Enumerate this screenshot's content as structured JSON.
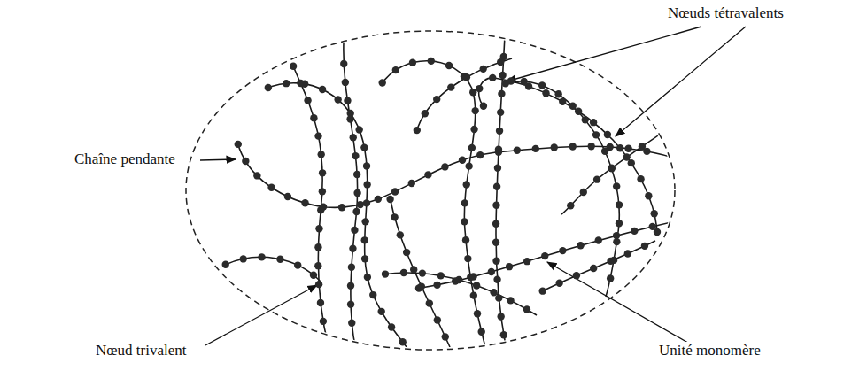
{
  "diagram": {
    "labels": [
      "Nœuds tétravalents",
      "Chaîne pendante",
      "Nœud trivalent",
      "Unité monomère"
    ]
  }
}
